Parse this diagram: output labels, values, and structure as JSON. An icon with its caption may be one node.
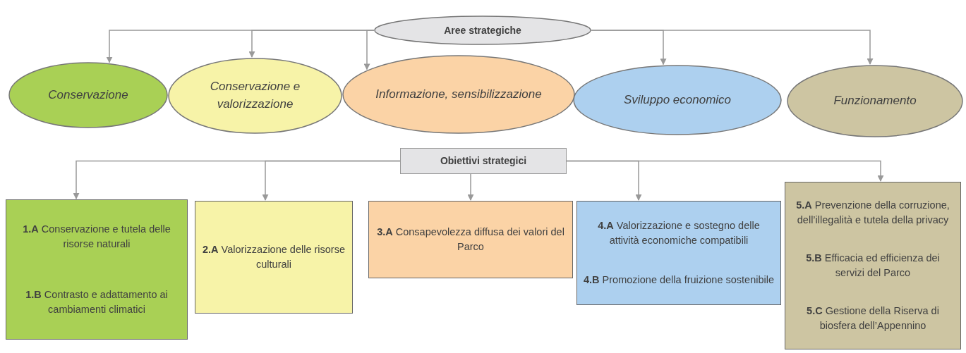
{
  "diagram": {
    "nodes": [
      {
        "text": [
          "Aree strategiche"
        ]
      },
      {
        "text": [
          "Conservazione"
        ]
      },
      {
        "text": [
          "Conservazione e valorizzazione"
        ]
      },
      {
        "text": [
          "Informazione, sensibilizzazione"
        ]
      },
      {
        "text": [
          "Sviluppo economico"
        ]
      },
      {
        "text": [
          "Funzionamento"
        ]
      },
      {
        "text": [
          "Obiettivi strategici"
        ]
      },
      {
        "text": [
          "**1.A** Conservazione e tutela delle risorse naturali",
          "**1.B** Contrasto e adattamento ai cambiamenti climatici"
        ]
      },
      {
        "text": [
          "**2.A** Valorizzazione delle risorse culturali"
        ]
      },
      {
        "text": [
          "**3.A** Consapevolezza diffusa dei valori del Parco"
        ]
      },
      {
        "text": [
          "**4.A** Valorizzazione e sostegno delle attività economiche compatibili",
          "**4.B** Promozione della fruizione sostenibile"
        ]
      },
      {
        "text": [
          "**5.A** Prevenzione della corruzione, dell’illegalità e tutela della privacy",
          "**5.B** Efficacia ed efficienza dei servizi del Parco",
          "**5.C** Gestione della Riserva di biosfera dell’Appennino"
        ]
      }
    ],
    "edges": [
      {
        "from": 0,
        "to": 1,
        "arrow": "to"
      },
      {
        "from": 0,
        "to": 2,
        "arrow": "to"
      },
      {
        "from": 0,
        "to": 3,
        "arrow": "to"
      },
      {
        "from": 0,
        "to": 4,
        "arrow": "to"
      },
      {
        "from": 0,
        "to": 5,
        "arrow": "to"
      },
      {
        "from": 6,
        "to": 7,
        "arrow": "to"
      },
      {
        "from": 6,
        "to": 8,
        "arrow": "to"
      },
      {
        "from": 6,
        "to": 9,
        "arrow": "to"
      },
      {
        "from": 6,
        "to": 10,
        "arrow": "to"
      },
      {
        "from": 6,
        "to": 11,
        "arrow": "to"
      }
    ]
  }
}
